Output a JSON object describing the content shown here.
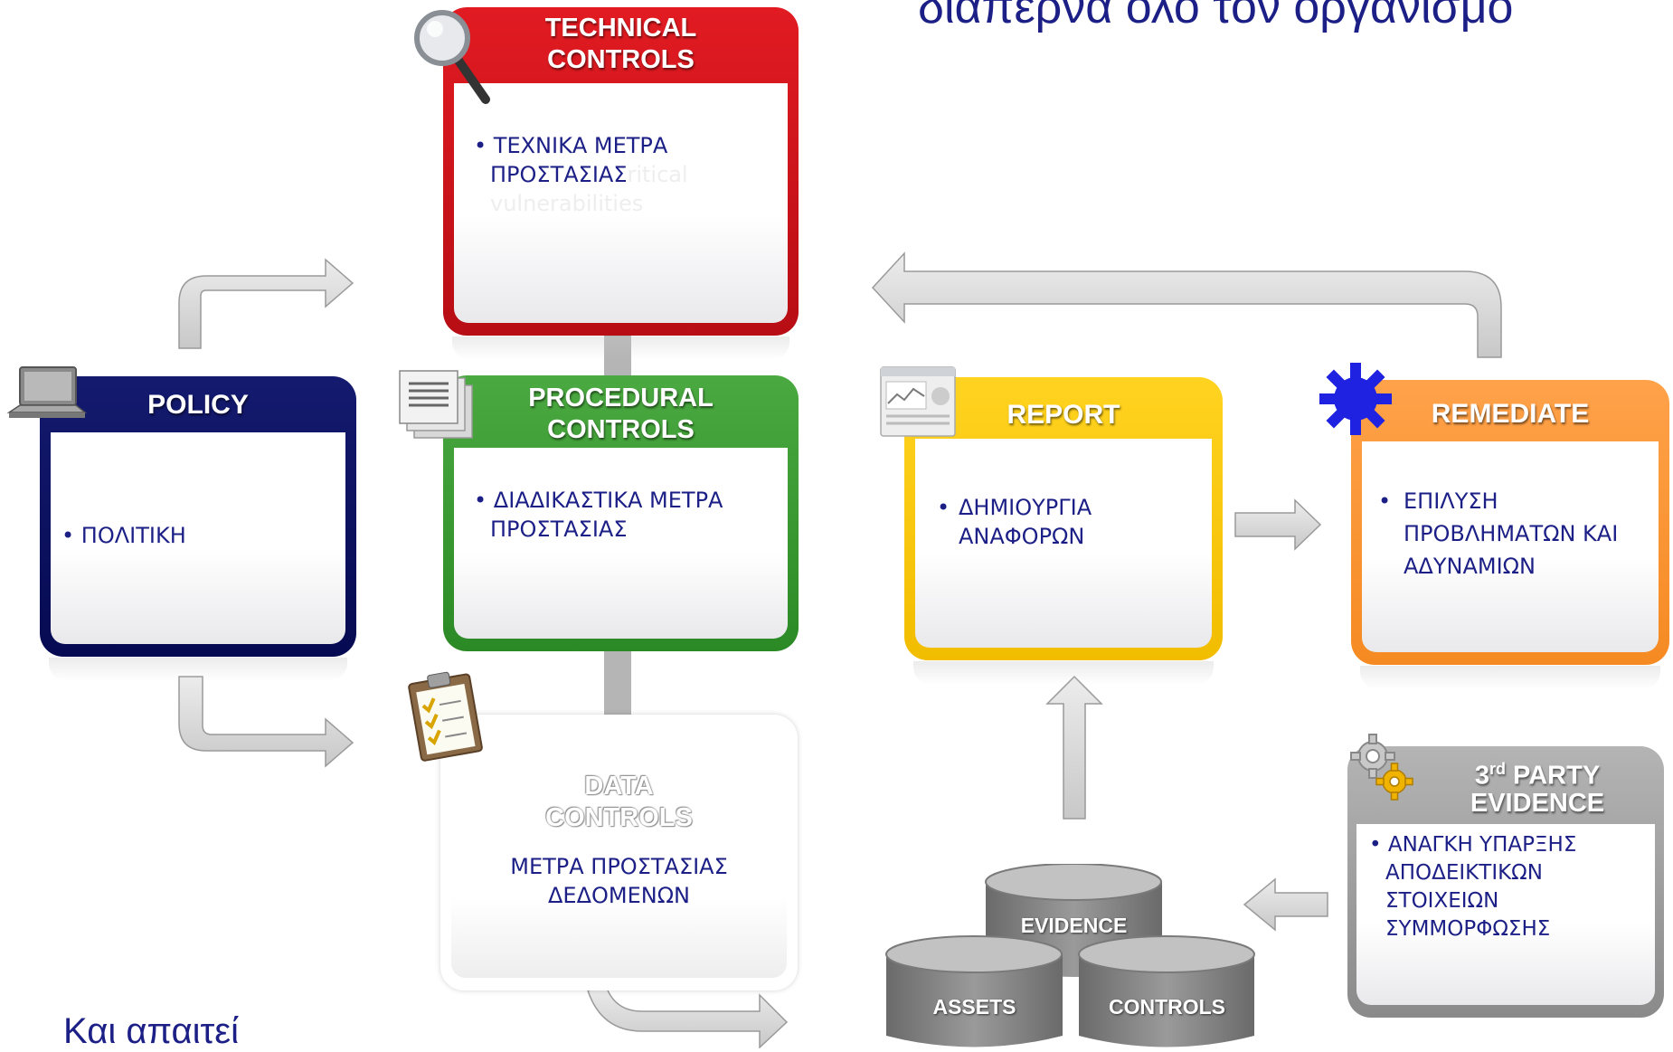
{
  "heading": "διαπερνά όλο τον οργανισμό",
  "footer": "Και απαιτεί",
  "cards": {
    "technical": {
      "title_line1": "TECHNICAL",
      "title_line2": "CONTROLS",
      "body_line1": "• ΤΕΧΝΙΚΑ ΜΕΤΡΑ",
      "body_line2": "ΠΡΟΣΤΑΣΙΑΣ",
      "ghost_line1": "ritical",
      "ghost_line2": "vulnerabilities",
      "color": "#d0121a"
    },
    "procedural": {
      "title_line1": "PROCEDURAL",
      "title_line2": "CONTROLS",
      "body_line1": "• ΔΙΑΔΙΚΑΣΤΙΚΑ ΜΕΤΡΑ",
      "body_line2": "ΠΡΟΣΤΑΣΙΑΣ",
      "color": "#3a9a33"
    },
    "policy": {
      "title": "POLICY",
      "body": "• ΠΟΛΙΤΙΚΗ",
      "color": "#0b1164"
    },
    "data": {
      "title_line1": "DATA",
      "title_line2": "CONTROLS",
      "body_line1": "ΜΕΤΡΑ ΠΡΟΣΤΑΣΙΑΣ",
      "body_line2": "ΔΕΔΟΜΕΝΩΝ",
      "color": "#ffffff"
    },
    "report": {
      "title": "REPORT",
      "bullet": "•",
      "body_line1": "ΔΗΜΙΟΥΡΓΙΑ",
      "body_line2": "ΑΝΑΦΟΡΩΝ",
      "color": "#f7c600"
    },
    "remediate": {
      "title": "REMEDIATE",
      "bullet": "•",
      "body_line1": "ΕΠΙΛΥΣΗ",
      "body_line2": "ΠΡΟΒΛΗΜΑΤΩΝ ΚΑΙ",
      "body_line3": "ΑΔΥΝΑΜΙΩΝ",
      "color": "#f7922e"
    },
    "evidence": {
      "title_line1_prefix": "3",
      "title_line1_sup": "rd",
      "title_line1_suffix": " PARTY",
      "title_line2": "EVIDENCE",
      "body_line1": "• ΑΝΑΓΚΗ ΥΠΑΡΞΗΣ",
      "body_line2": "ΑΠΟΔΕΙΚΤΙΚΩΝ",
      "body_line3": "ΣΤΟΙΧΕΙΩΝ",
      "body_line4": "ΣΥΜΜΟΡΦΩΣΗΣ",
      "color": "#9e9e9e"
    }
  },
  "databases": {
    "top": "EVIDENCE",
    "left": "ASSETS",
    "right": "CONTROLS"
  },
  "icons": [
    "laptop-icon",
    "magnifier-icon",
    "document-stack-icon",
    "clipboard-icon",
    "report-screen-icon",
    "blue-gear-icon",
    "gears-icon"
  ],
  "colors": {
    "heading": "#1b1f86",
    "body_text": "#1b1f86",
    "arrow": "#d6d6d6",
    "connector": "#b0b0b0"
  }
}
